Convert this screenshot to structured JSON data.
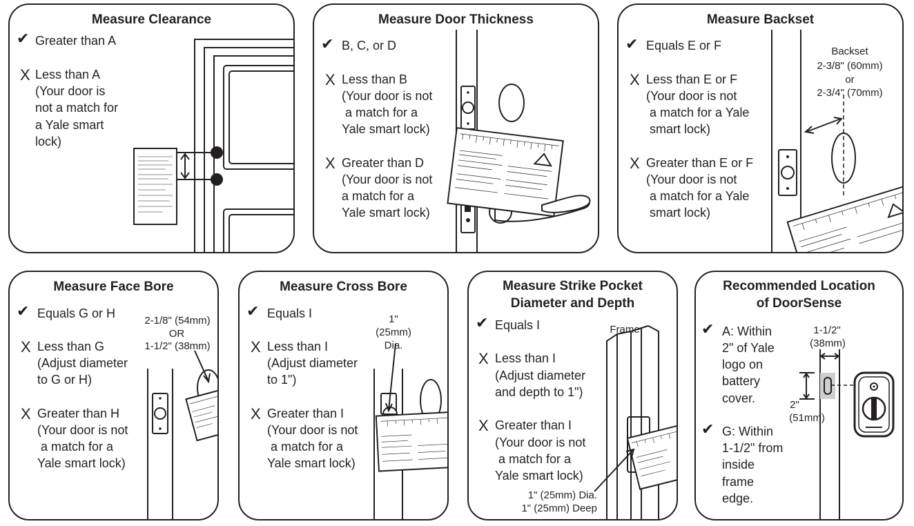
{
  "panels": {
    "clearance": {
      "title": "Measure Clearance",
      "items": [
        {
          "mark": "✔",
          "lines": [
            "Greater than A"
          ]
        },
        {
          "mark": "X",
          "lines": [
            "Less than A",
            "(Your door is",
            "not a match for",
            "a Yale smart",
            "lock)"
          ]
        }
      ]
    },
    "thickness": {
      "title": "Measure Door Thickness",
      "items": [
        {
          "mark": "✔",
          "lines": [
            "B, C, or D"
          ]
        },
        {
          "mark": "X",
          "lines": [
            "Less than B",
            "(Your door is not",
            " a match for a",
            "Yale smart lock)"
          ]
        },
        {
          "mark": "X",
          "lines": [
            "Greater than D",
            "(Your door is not",
            "a match for a",
            "Yale smart lock)"
          ]
        }
      ]
    },
    "backset": {
      "title": "Measure Backset",
      "items": [
        {
          "mark": "✔",
          "lines": [
            "Equals E or F"
          ]
        },
        {
          "mark": "X",
          "lines": [
            "Less than E or F",
            "(Your door is not",
            " a match for a Yale",
            " smart lock)"
          ]
        },
        {
          "mark": "X",
          "lines": [
            "Greater than E or F",
            "(Your door is not",
            " a match for a Yale",
            " smart lock)"
          ]
        }
      ],
      "callout": [
        "Backset",
        "2-3/8\" (60mm)",
        "or",
        "2-3/4\" (70mm)"
      ]
    },
    "facebore": {
      "title": "Measure Face Bore",
      "items": [
        {
          "mark": "✔",
          "lines": [
            "Equals G or H"
          ]
        },
        {
          "mark": "X",
          "lines": [
            "Less than G",
            "(Adjust diameter",
            "to G or H)"
          ]
        },
        {
          "mark": "X",
          "lines": [
            "Greater than H",
            "(Your door is not",
            " a match for a",
            "Yale smart lock)"
          ]
        }
      ],
      "callout": [
        "2-1/8\" (54mm)",
        "OR",
        "1-1/2\" (38mm)"
      ]
    },
    "crossbore": {
      "title": "Measure Cross Bore",
      "items": [
        {
          "mark": "✔",
          "lines": [
            "Equals I"
          ]
        },
        {
          "mark": "X",
          "lines": [
            "Less than I",
            "(Adjust diameter",
            "to 1\")"
          ]
        },
        {
          "mark": "X",
          "lines": [
            "Greater than I",
            "(Your door is not",
            " a match for a",
            "Yale smart lock)"
          ]
        }
      ],
      "callout": [
        "1\"",
        "(25mm)",
        "Dia."
      ]
    },
    "strike": {
      "title_lines": [
        "Measure Strike Pocket",
        "Diameter and Depth"
      ],
      "items": [
        {
          "mark": "✔",
          "lines": [
            "Equals I"
          ]
        },
        {
          "mark": "X",
          "lines": [
            "Less than I",
            "(Adjust diameter",
            "and depth to 1\")"
          ]
        },
        {
          "mark": "X",
          "lines": [
            "Greater than I",
            "(Your door is not",
            " a match for a",
            "Yale smart lock)"
          ]
        }
      ],
      "frame_label": "Frame",
      "callout": [
        "1\" (25mm) Dia.",
        "1\" (25mm) Deep"
      ]
    },
    "doorsense": {
      "title_lines": [
        "Recommended Location",
        "of DoorSense"
      ],
      "items": [
        {
          "mark": "✔",
          "lines": [
            "A: Within",
            "2\" of Yale",
            "logo on",
            "battery",
            "cover."
          ]
        },
        {
          "mark": "✔",
          "lines": [
            "G: Within",
            "1-1/2\" from",
            "inside",
            "frame",
            "edge."
          ]
        }
      ],
      "callout_top": [
        "1-1/2\"",
        "(38mm)"
      ],
      "callout_left": [
        "2\"",
        "(51mm)"
      ]
    }
  }
}
